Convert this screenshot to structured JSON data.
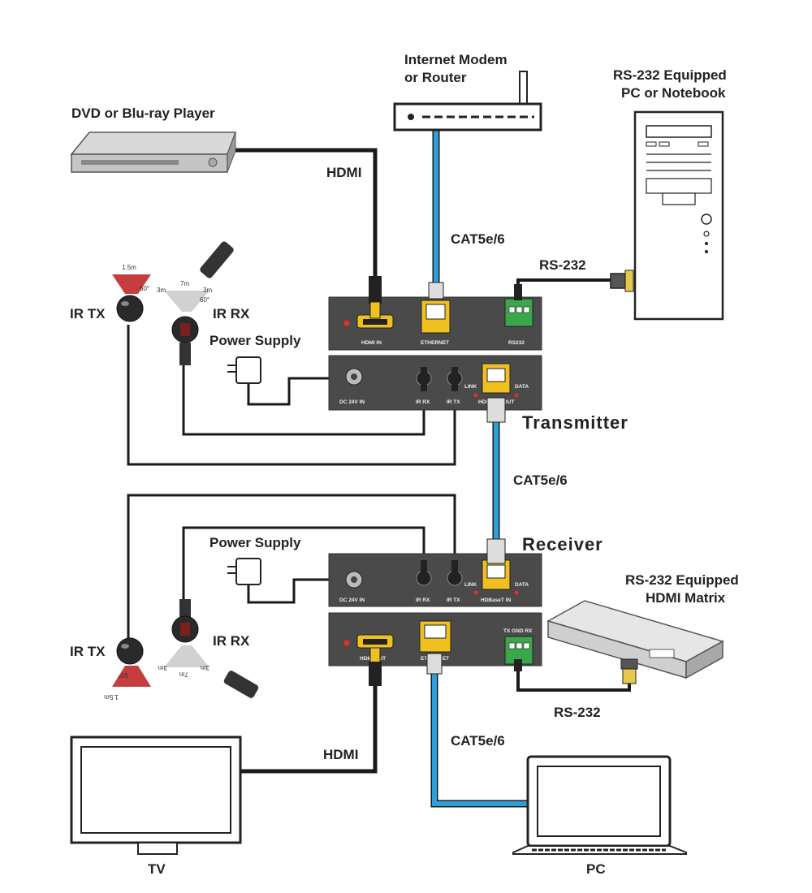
{
  "labels": {
    "internet_modem": [
      "Internet Modem",
      "or Router"
    ],
    "rs232_pc": [
      "RS-232 Equipped",
      "PC or Notebook"
    ],
    "dvd_player": "DVD or Blu-ray Player",
    "hdmi_top": "HDMI",
    "cat_top": "CAT5e/6",
    "rs232_top": "RS-232",
    "ir_tx_top": "IR TX",
    "ir_rx_top": "IR RX",
    "power_top": "Power Supply",
    "transmitter": "Transmitter",
    "cat_mid": "CAT5e/6",
    "power_bottom": "Power Supply",
    "receiver": "Receiver",
    "rs232_matrix": [
      "RS-232 Equipped",
      "HDMI Matrix"
    ],
    "ir_tx_bottom": "IR TX",
    "ir_rx_bottom": "IR RX",
    "rs232_bottom": "RS-232",
    "hdmi_bottom": "HDMI",
    "cat_bottom": "CAT5e/6",
    "tv": "TV",
    "pc": "PC"
  },
  "ports": {
    "tx_front": [
      "HDMI IN",
      "ETHERNET",
      "RS232"
    ],
    "tx_back": [
      "DC 24V IN",
      "IR RX",
      "IR TX",
      "HDBaseT OUT",
      "LINK",
      "DATA"
    ],
    "rx_back": [
      "DC 24V IN",
      "IR RX",
      "IR TX",
      "HDBaseT IN",
      "LINK",
      "DATA"
    ],
    "rx_front": [
      "HDMI OUT",
      "ETHERNET",
      "TX GND RX"
    ]
  },
  "ir_specs": {
    "tx_range": "1.5m",
    "tx_angle": "60°",
    "rx_center": "7m",
    "rx_side_left": "3m",
    "rx_side_right": "3m",
    "rx_angle": "60°"
  },
  "colors": {
    "cat_cable": "#2e9fd8",
    "hdmi_cable": "#1a1a1a",
    "device_body": "#4a4a4a",
    "hdmi_port": "#f0c020",
    "terminal_green": "#3aa84a",
    "ir_range": "#c0282a"
  }
}
